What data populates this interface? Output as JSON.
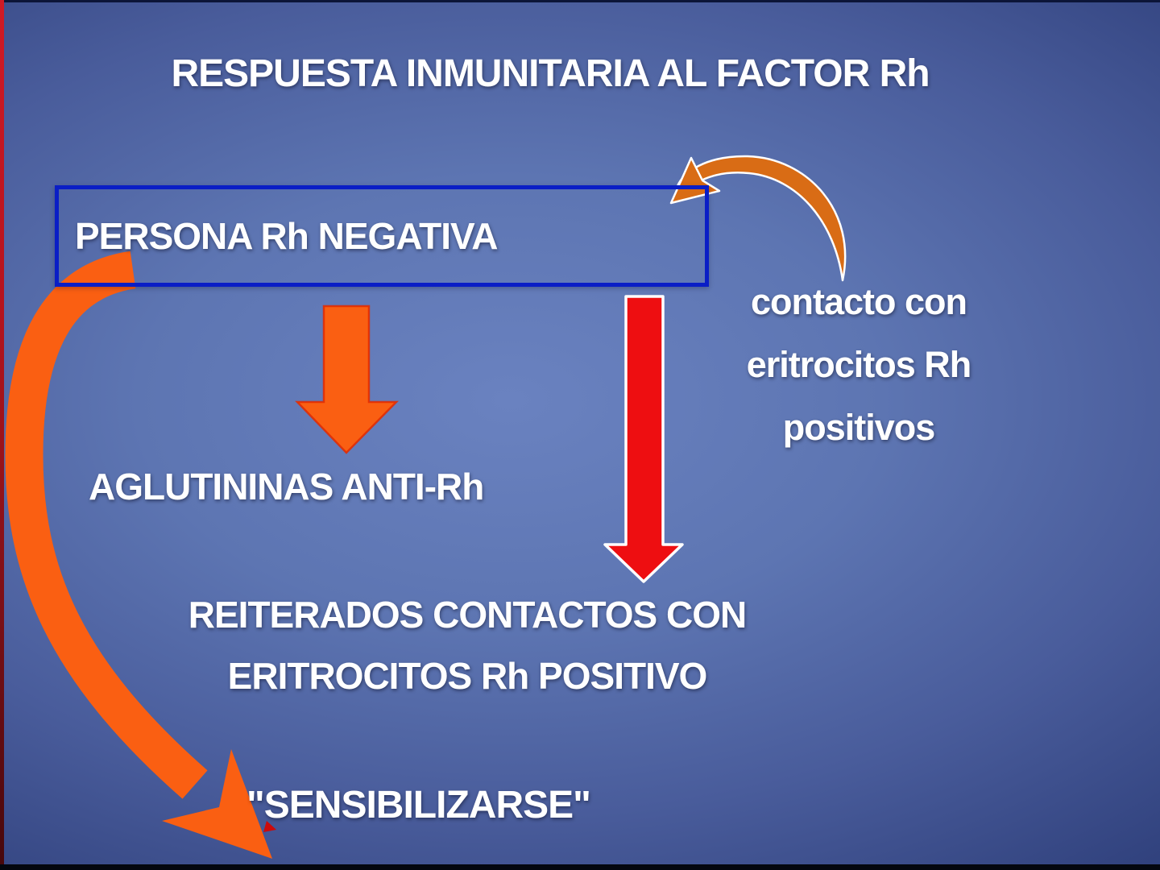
{
  "slide": {
    "title": "RESPUESTA INMUNITARIA AL FACTOR Rh",
    "person_box": {
      "label": "PERSONA Rh NEGATIVA"
    },
    "contact_note": {
      "lines": [
        "contacto con",
        "eritrocitos Rh",
        "positivos"
      ]
    },
    "agglutinins": {
      "label": "AGLUTININAS ANTI-Rh"
    },
    "repeated_contacts": {
      "lines": [
        "REITERADOS CONTACTOS CON",
        "ERITROCITOS Rh POSITIVO"
      ]
    },
    "sensitization": {
      "label": "\"SENSIBILIZARSE\""
    },
    "icons": {
      "down_block_arrow_orange": "orange block arrow pointing down",
      "down_block_arrow_red": "red block arrow pointing down",
      "curved_arrow_left_orange": "large orange curved arrow to sensitization",
      "curved_arrow_top_right_orange": "curved orange arrow from contact note to person box"
    },
    "colors": {
      "background_center": "#6a82c0",
      "background_edge": "#1d2c63",
      "box_border_blue": "#0a1ec6",
      "arrow_orange": "#fa5f12",
      "arrow_orange_dark": "#d96c15",
      "arrow_orange_outline": "#e22a00",
      "arrow_red": "#ee0e11",
      "arrow_red_outline": "#ffffff",
      "edge_strip_red": "#d01a25",
      "text": "#ffffff"
    }
  }
}
